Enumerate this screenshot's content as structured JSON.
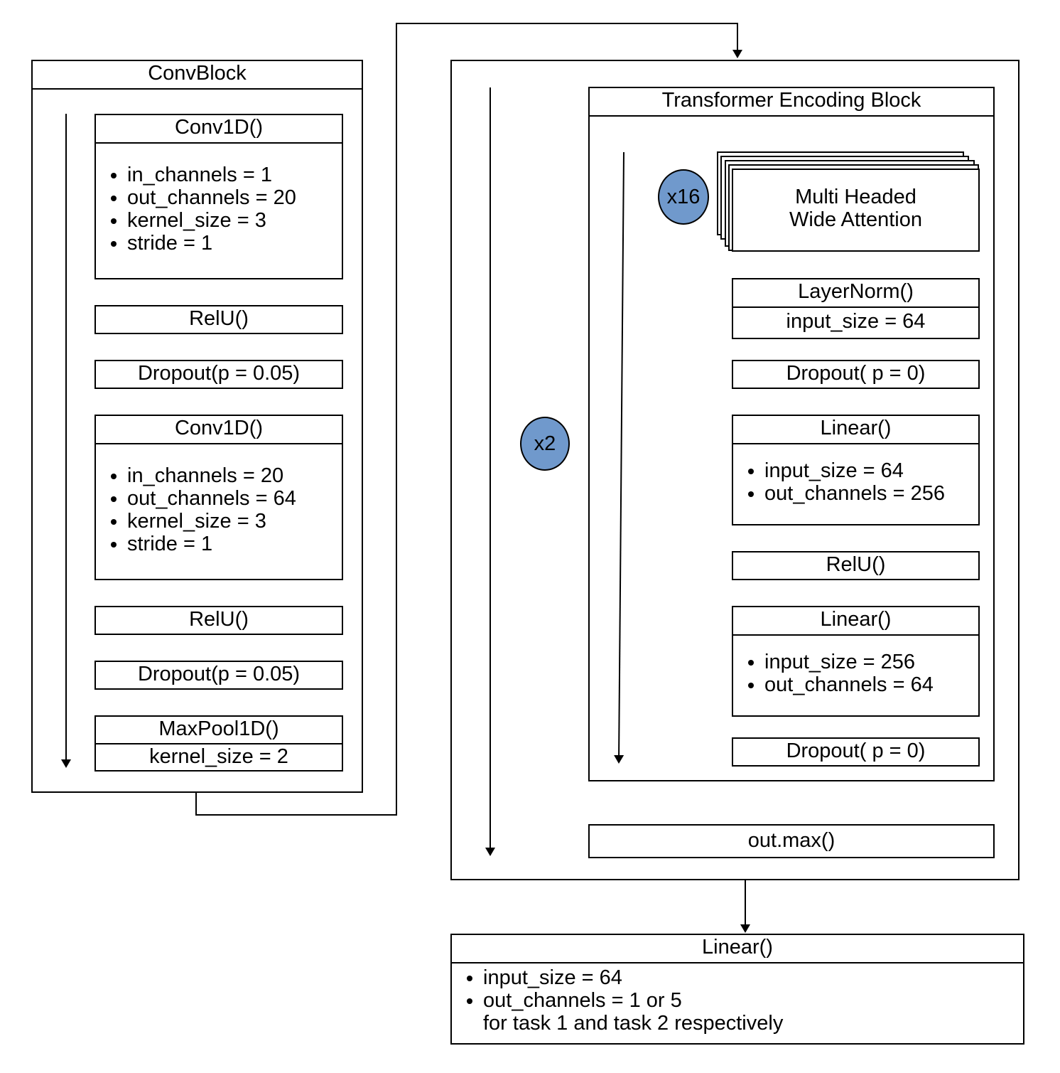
{
  "conv_block": {
    "title": "ConvBlock",
    "conv1": {
      "title": "Conv1D()",
      "params": [
        "in_channels = 1",
        "out_channels = 20",
        "kernel_size = 3",
        "stride = 1"
      ]
    },
    "relu1": "RelU()",
    "dropout1": "Dropout(p = 0.05)",
    "conv2": {
      "title": "Conv1D()",
      "params": [
        "in_channels = 20",
        "out_channels = 64",
        "kernel_size = 3",
        "stride = 1"
      ]
    },
    "relu2": "RelU()",
    "dropout2": "Dropout(p = 0.05)",
    "maxpool": {
      "title": "MaxPool1D()",
      "param": "kernel_size = 2"
    }
  },
  "outer": {
    "repeat_badge": "x2",
    "out_max": "out.max()"
  },
  "transformer": {
    "title": "Transformer Encoding Block",
    "attention_badge": "x16",
    "attention_line1": "Multi Headed",
    "attention_line2": "Wide Attention",
    "layernorm": {
      "title": "LayerNorm()",
      "param": "input_size = 64"
    },
    "dropout1": "Dropout( p = 0)",
    "linear1": {
      "title": "Linear()",
      "params": [
        "input_size = 64",
        "out_channels = 256"
      ]
    },
    "relu": "RelU()",
    "linear2": {
      "title": "Linear()",
      "params": [
        "input_size = 256",
        "out_channels = 64"
      ]
    },
    "dropout2": "Dropout( p = 0)"
  },
  "final_linear": {
    "title": "Linear()",
    "params": [
      "input_size = 64",
      "out_channels = 1 or 5"
    ],
    "note": "for task 1 and task 2 respectively"
  },
  "colors": {
    "badge_fill": "#7099cc",
    "stroke": "#000000"
  }
}
